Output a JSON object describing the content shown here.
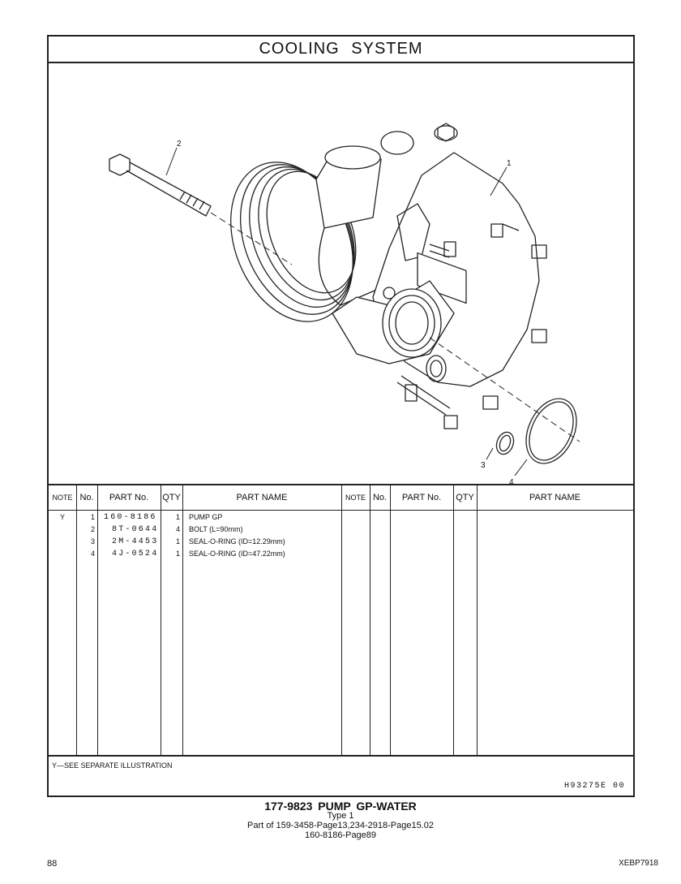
{
  "title": "COOLING SYSTEM",
  "illustration": {
    "callouts": [
      "1",
      "2",
      "3",
      "4"
    ]
  },
  "parts_table": {
    "headers": [
      "NOTE",
      "No.",
      "PART No.",
      "QTY",
      "PART NAME",
      "NOTE",
      "No.",
      "PART No.",
      "QTY",
      "PART NAME"
    ],
    "rows": [
      {
        "note": "Y",
        "no": "1",
        "part_no": "160-8186",
        "qty": "1",
        "name": "PUMP GP"
      },
      {
        "note": "",
        "no": "2",
        "part_no": "8T-0644",
        "qty": "4",
        "name": "BOLT (L=90mm)"
      },
      {
        "note": "",
        "no": "3",
        "part_no": "2M-4453",
        "qty": "1",
        "name": "SEAL-O-RING (ID=12.29mm)"
      },
      {
        "note": "",
        "no": "4",
        "part_no": "4J-0524",
        "qty": "1",
        "name": "SEAL-O-RING (ID=47.22mm)"
      }
    ]
  },
  "footnote": "Y—SEE SEPARATE ILLUSTRATION",
  "drawing_number": "H93275E  00",
  "caption": {
    "line1": "177-9823  PUMP GP-WATER",
    "line2": "Type 1",
    "line3": "Part of 159-3458-Page13,234-2918-Page15.02",
    "line4": "160-8186-Page89"
  },
  "page_number": "88",
  "document_code": "XEBP7918"
}
